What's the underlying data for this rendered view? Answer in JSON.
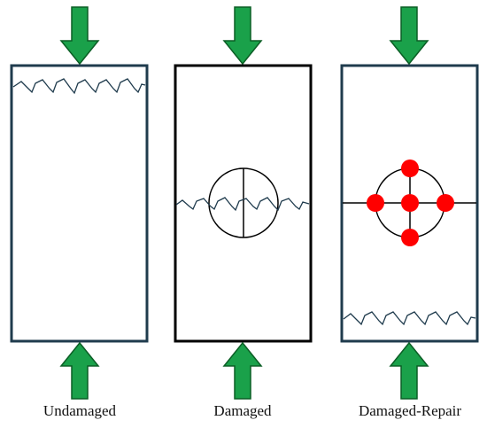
{
  "specimens": [
    {
      "label": "Undamaged",
      "condition": "crack-at-top",
      "border_color": "#1f3b4d",
      "arrow_color": "#1aa14a",
      "arrow_stroke": "#0b5e25",
      "crack_color": "#1f3b4d"
    },
    {
      "label": "Damaged",
      "condition": "crack-through-center-circle",
      "border_color": "#000000",
      "arrow_color": "#1aa14a",
      "arrow_stroke": "#0b5e25",
      "crack_color": "#1f3b4d"
    },
    {
      "label": "Damaged-Repair",
      "condition": "repair-dots-crack-at-bottom",
      "border_color": "#1f3b4d",
      "arrow_color": "#1aa14a",
      "arrow_stroke": "#0b5e25",
      "crack_color": "#1f3b4d",
      "repair_dot_color": "#ff0000"
    }
  ]
}
